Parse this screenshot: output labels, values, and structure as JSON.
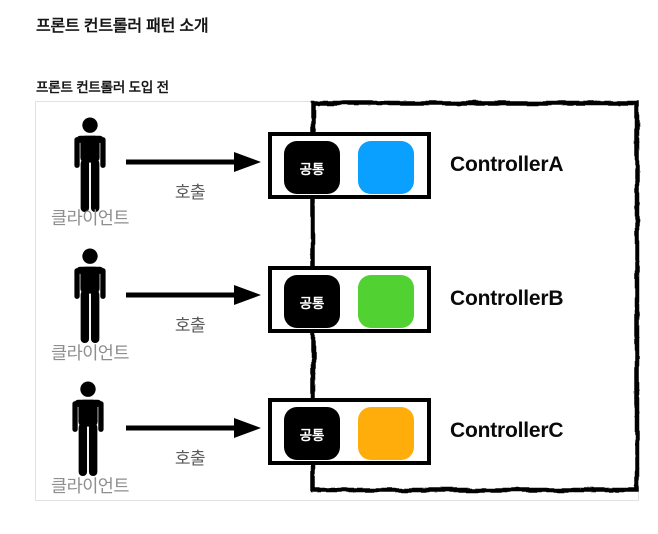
{
  "page": {
    "title": "프론트 컨트롤러 패턴 소개",
    "section_title": "프론트 컨트롤러 도입 전"
  },
  "diagram": {
    "client_label": "클라이언트",
    "call_label": "호출",
    "common_label": "공통",
    "rows": [
      {
        "controller": "ControllerA",
        "color": "#0AA0FF"
      },
      {
        "controller": "ControllerB",
        "color": "#52D133"
      },
      {
        "controller": "ControllerC",
        "color": "#FFAD0A"
      }
    ],
    "colors": {
      "outline": "#000000",
      "client_text": "#8E8E8E",
      "call_text": "#5A5A5A",
      "canvas_border": "#E2E2E2"
    }
  }
}
